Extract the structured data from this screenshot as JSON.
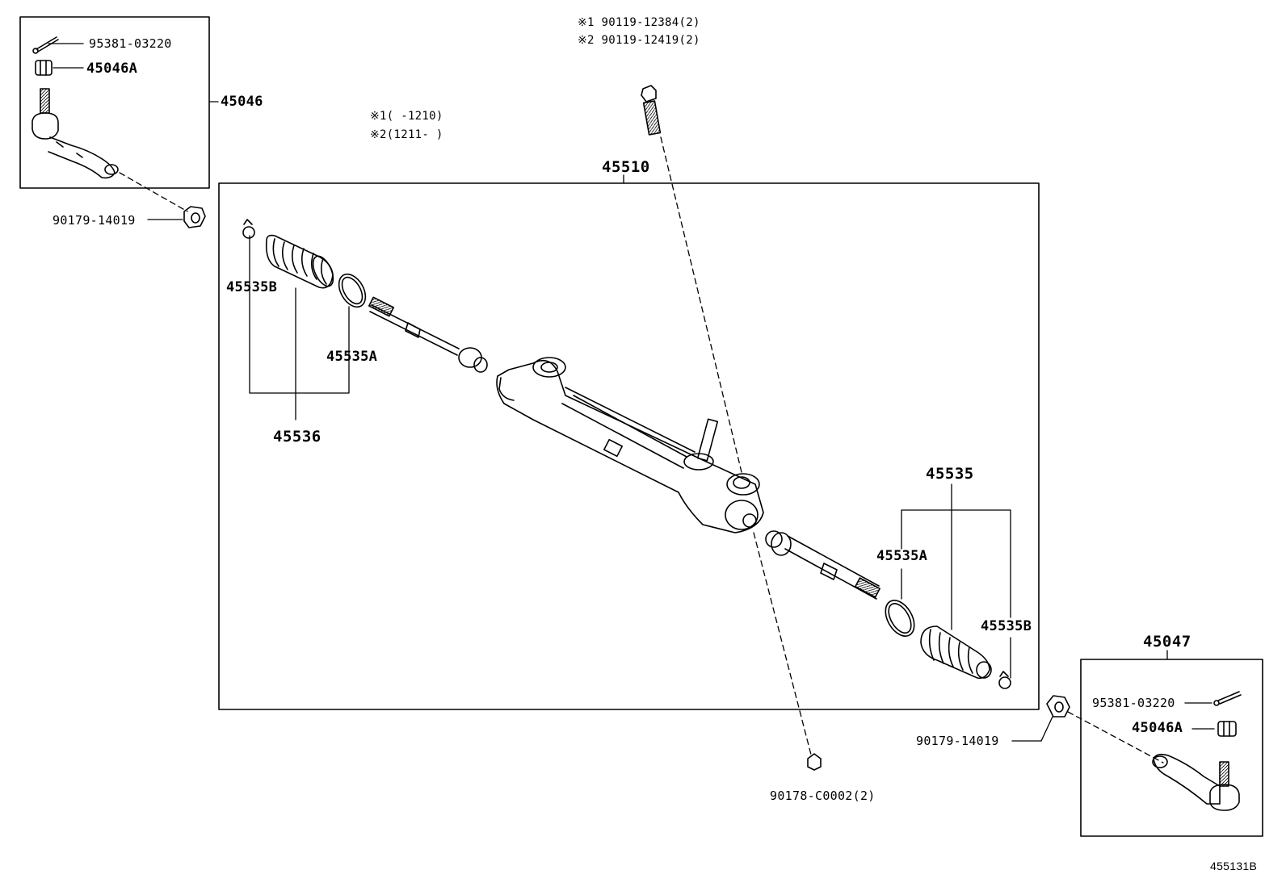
{
  "labels": {
    "c_95381_tl": "95381-03220",
    "c_45046A_tl": "45046A",
    "c_45046": "45046",
    "c_90179_tl": "90179-14019",
    "c_45510": "45510",
    "c_45535B_l": "45535B",
    "c_45535A_l": "45535A",
    "c_45536": "45536",
    "c_45535": "45535",
    "c_45535A_r": "45535A",
    "c_45535B_r": "45535B",
    "c_45047": "45047",
    "c_95381_br": "95381-03220",
    "c_45046A_br": "45046A",
    "c_90179_br": "90179-14019",
    "c_90178": "90178-C0002(2)",
    "figure_id": "455131B"
  },
  "notes": {
    "bolt1": {
      "mark": "※1",
      "text": "90119-12384(2)"
    },
    "bolt2": {
      "mark": "※2",
      "text": "90119-12419(2)"
    },
    "range1": {
      "mark": "※1",
      "text": "(   -1210)"
    },
    "range2": {
      "mark": "※2",
      "text": "(1211-   )"
    }
  }
}
